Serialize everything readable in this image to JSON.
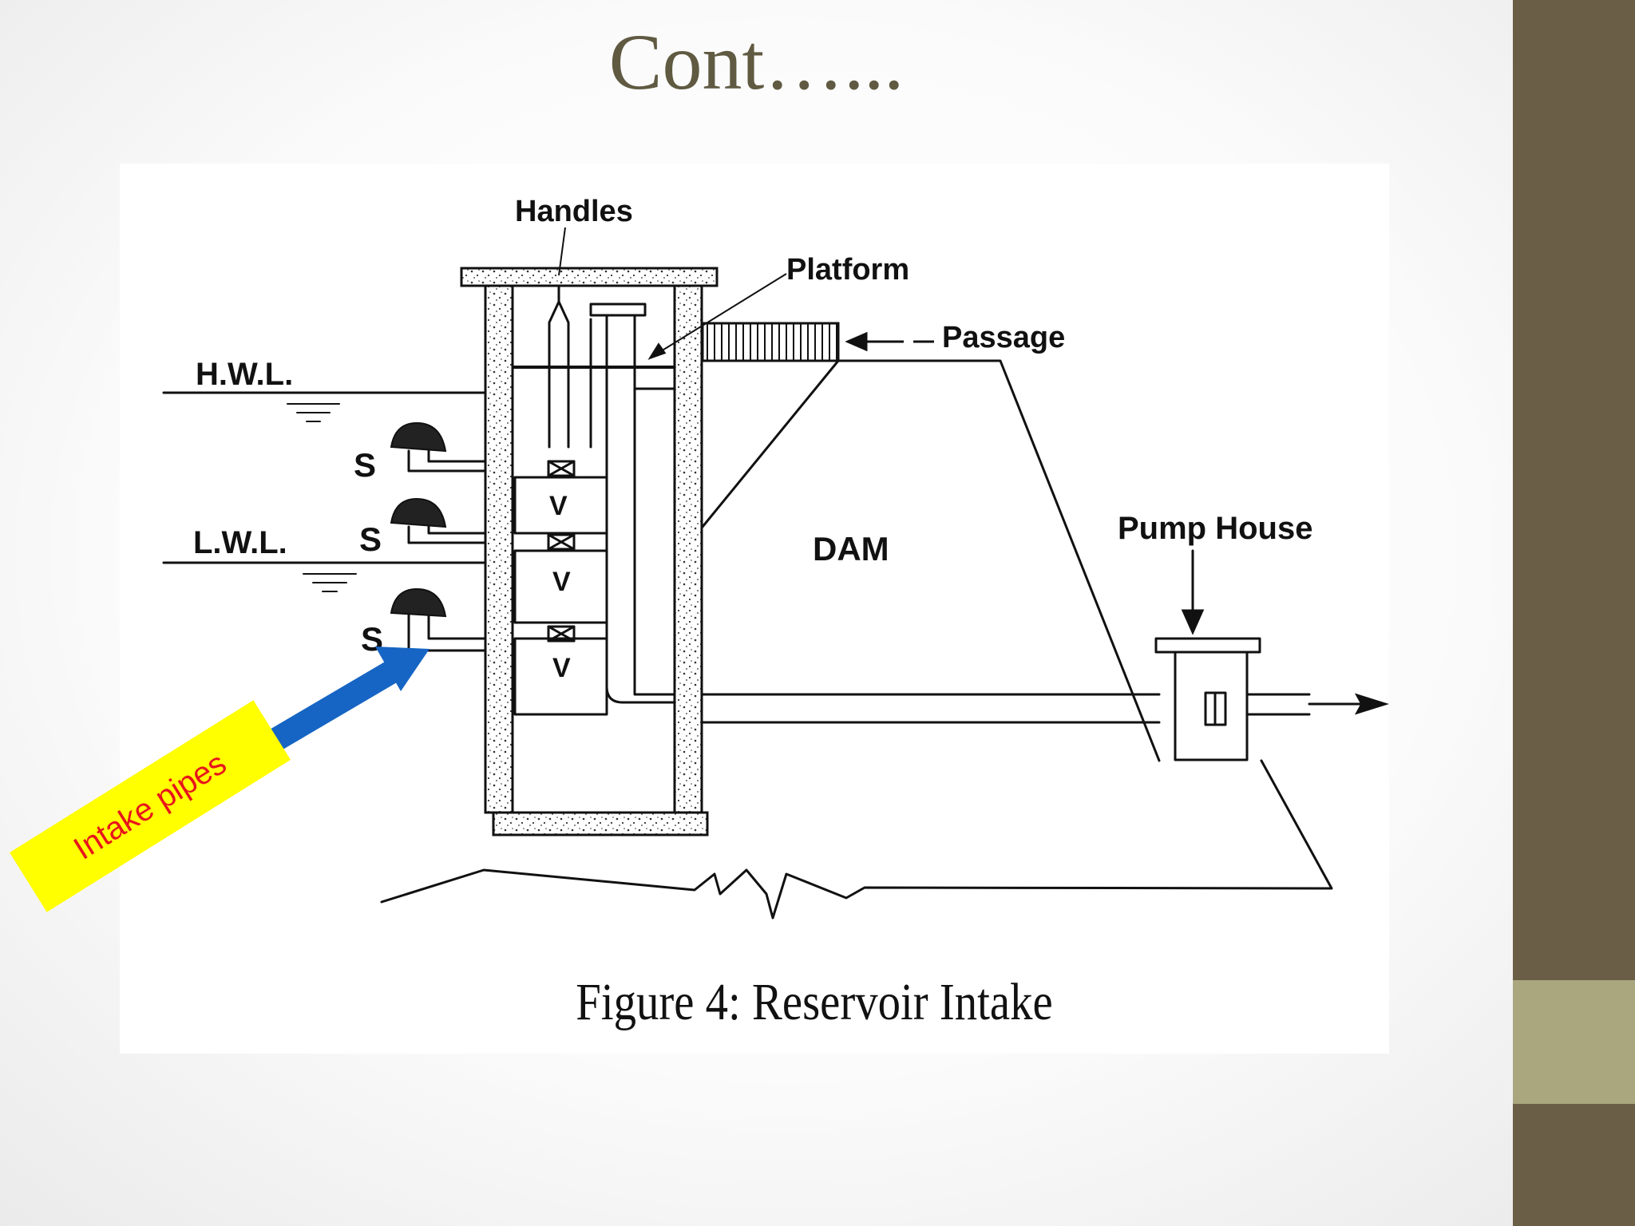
{
  "slide": {
    "title": "Cont…...",
    "caption": "Figure 4: Reservoir Intake",
    "band_colors": {
      "top": "#6b5e47",
      "mid": "#aaa67e",
      "bottom": "#6b5e47"
    }
  },
  "diagram": {
    "labels": {
      "handles": "Handles",
      "platform": "Platform",
      "passage": "Passage",
      "hwl": "H.W.L.",
      "lwl": "L.W.L.",
      "dam": "DAM",
      "pump_house": "Pump House",
      "strainer": "S",
      "valve": "V"
    },
    "callout": {
      "text": "Intake pipes",
      "text_color": "#e8151b",
      "box_color": "#ffff00",
      "arrow_color": "#1665c4"
    }
  }
}
